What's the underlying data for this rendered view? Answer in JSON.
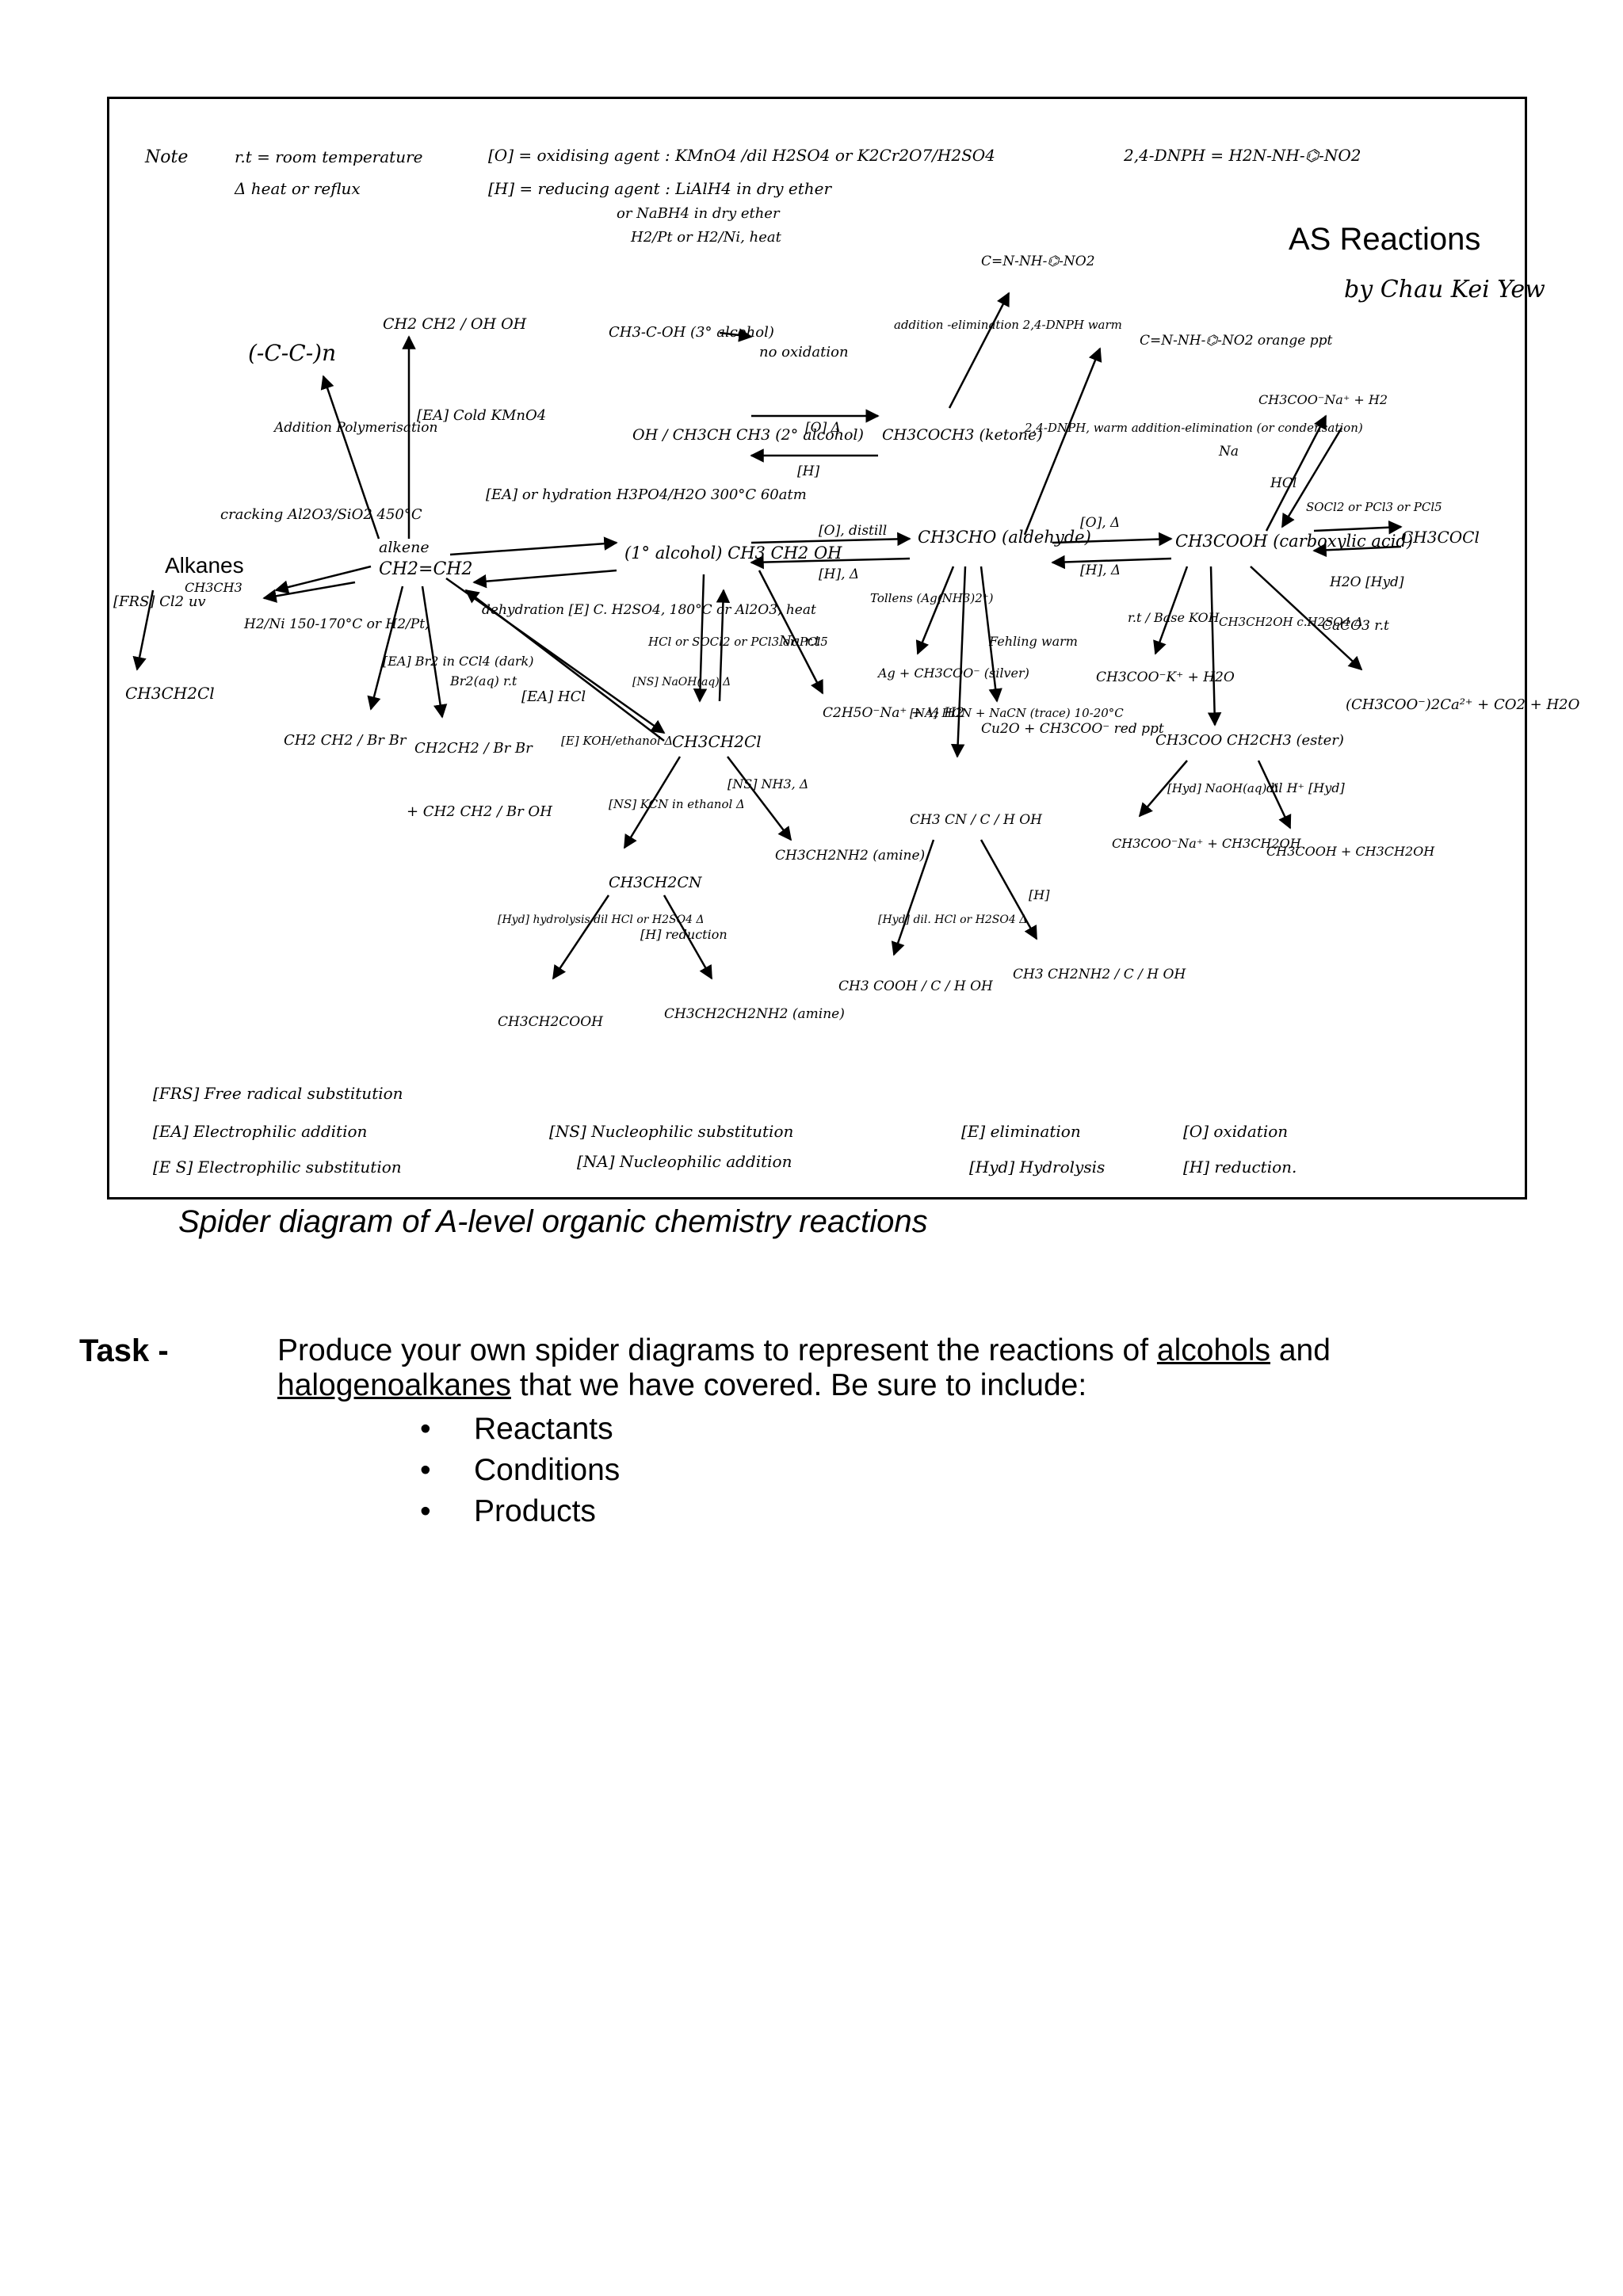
{
  "diagram": {
    "title_line1": "AS Reactions",
    "title_line2": "by Chau Kei Yew",
    "notes": {
      "note_label": "Note",
      "rt": "r.t = room temperature",
      "heat": "Δ heat or reflux",
      "oxidising": "[O] = oxidising agent : KMnO4 /dil H2SO4 or K2Cr2O7/H2SO4",
      "reducing1": "[H] = reducing agent : LiAlH4 in dry ether",
      "reducing2": "or NaBH4 in dry ether",
      "reducing3": "H2/Pt or H2/Ni, heat",
      "dnph": "2,4-DNPH = H2N-NH-⌬-NO2"
    },
    "nodes": {
      "alkanes": "Alkanes",
      "ethane": "CH3CH3",
      "chloroethane_top": "CH3CH2Cl",
      "alkene": "alkene",
      "ethene": "CH2=CH2",
      "polymer": "(-C-C-)n",
      "diol": "CH2 CH2 / OH OH",
      "dibromo": "CH2 CH2 / Br Br",
      "dibromo2": "CH2CH2 / Br Br",
      "bromohydrin": "+ CH2 CH2 / Br OH",
      "tert_alcohol": "CH3-C-OH (3° alcohol)",
      "no_oxidation": "no oxidation",
      "sec_alcohol": "OH / CH3CH CH3 (2° alcohol)",
      "ketone": "CH3COCH3 (ketone)",
      "prim_alcohol": "(1° alcohol) CH3 CH2 OH",
      "aldehyde": "CH3CHO (aldehyde)",
      "carboxylic": "CH3COOH (carboxylic acid)",
      "acyl_chloride": "CH3COCl",
      "sodium_salt": "CH3COO⁻Na⁺ + H2",
      "dnph_product1": "C=N-NH-⌬-NO2",
      "dnph_product2": "C=N-NH-⌬-NO2 orange ppt",
      "haloalkane": "CH3CH2Cl",
      "ethoxide": "C2H5O⁻Na⁺ + ½ H2",
      "silver": "Ag + CH3COO⁻ (silver)",
      "copper": "Cu2O + CH3COO⁻ red ppt",
      "potassium_salt": "CH3COO⁻K⁺ + H2O",
      "ester": "CH3COO CH2CH3 (ester)",
      "ester_hyd1": "CH3COO⁻Na⁺ + CH3CH2OH",
      "ester_hyd2": "CH3COOH + CH3CH2OH",
      "calcium_salt": "(CH3COO⁻)2Ca²⁺ + CO2 + H2O",
      "nitrile": "CH3CH2CN",
      "amine1": "CH3CH2NH2 (amine)",
      "propanoic": "CH3CH2COOH",
      "amine2": "CH3CH2CH2NH2 (amine)",
      "hydroxynitrile": "CH3 CN / C / H OH",
      "hydroxyacid": "CH3 COOH / C / H OH",
      "amino_alcohol": "CH3 CH2NH2 / C / H OH"
    },
    "conditions": {
      "cracking": "cracking Al2O3/SiO2 450°C",
      "frs_cl": "[FRS] Cl2 uv",
      "hydrogenation": "H2/Ni 150-170°C or H2/Pt,",
      "addition_poly": "Addition Polymerisation",
      "ea_kmno4": "[EA] Cold KMnO4",
      "hydration": "[EA] or hydration H3PO4/H2O 300°C 60atm",
      "dehydration": "dehydration [E] C. H2SO4, 180°C or Al2O3, heat",
      "br2": "[EA] Br2 in CCl4 (dark)",
      "br2aq": "Br2(aq) r.t",
      "hcl": "[EA] HCl",
      "koh_ethanol": "[E] KOH/ethanol Δ",
      "ns_oh": "[NS] NaOH(aq) Δ",
      "hcl_socl2": "HCl or SOCl2 or PCl3 or PCl5",
      "na_rt": "Na r.t",
      "ox_sec": "[O] Δ",
      "red_ketone": "[H]",
      "ox_distil": "[O], distill",
      "red_ald": "[H], Δ",
      "ox_heat": "[O], Δ",
      "red_acid": "[H], Δ",
      "add_elim1": "addition -elimination 2,4-DNPH warm",
      "add_elim2": "2,4-DNPH, warm addition-elimination (or condensation)",
      "na_acid": "Na",
      "hcl_back": "HCl",
      "socl2": "SOCl2 or PCl3 or PCl5",
      "hyd_water": "H2O [Hyd]",
      "tollens": "Tollens (Ag(NH3)2⁺)",
      "fehlings": "Fehling warm",
      "na_hcn": "[NA] HCN + NaCN (trace) 10-20°C",
      "base": "r.t / Base KOH",
      "esterif": "CH3CH2OH c.H2SO4 Δ",
      "caco3": "CaCO3 r.t",
      "ester_naoh": "[Hyd] NaOH(aq) Δ",
      "ester_acid": "dil H⁺ [Hyd]",
      "kcn": "[NS] KCN in ethanol Δ",
      "nh3": "[NS] NH3, Δ",
      "nitrile_hyd": "[Hyd] hydrolysis dil HCl or H2SO4 Δ",
      "nitrile_red": "[H] reduction",
      "hn_hyd": "[Hyd] dil. HCl or H2SO4 Δ",
      "hn_red": "[H]"
    },
    "key": {
      "frs": "[FRS] Free radical substitution",
      "ea": "[EA] Electrophilic addition",
      "es": "[E S] Electrophilic substitution",
      "ns": "[NS] Nucleophilic substitution",
      "na": "[NA] Nucleophilic addition",
      "e": "[E] elimination",
      "hyd": "[Hyd] Hydrolysis",
      "o": "[O] oxidation",
      "h": "[H] reduction."
    }
  },
  "caption": "Spider diagram of A-level organic chemistry reactions",
  "task": {
    "label": "Task -",
    "text_before": "Produce your own spider diagrams to represent the reactions of ",
    "link1": "alcohols",
    "text_and": " and",
    "link2": "halogenoalkanes",
    "text_after": " that we have covered. Be sure to include:",
    "bullets": [
      "Reactants",
      "Conditions",
      "Products"
    ]
  }
}
